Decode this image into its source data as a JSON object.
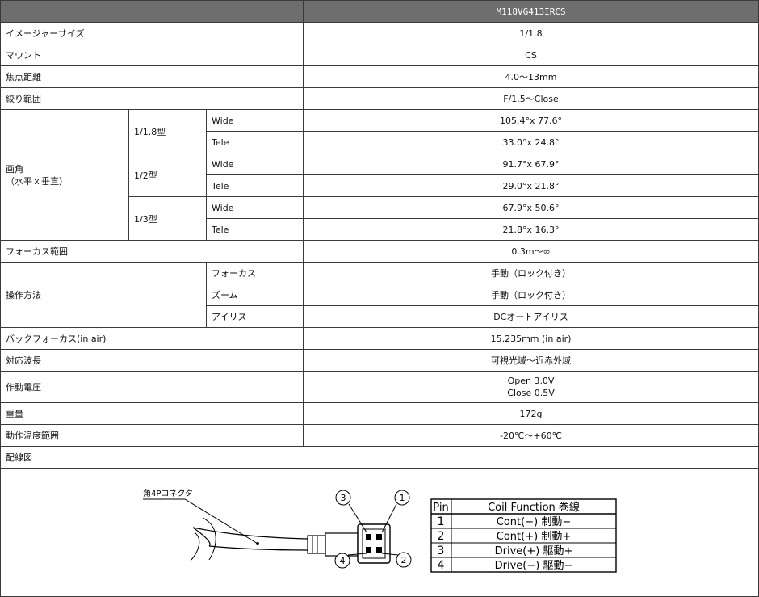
{
  "header": {
    "model": "M118VG413IRCS"
  },
  "rows": {
    "image_size": {
      "label": "イメージャーサイズ",
      "value": "1/1.8"
    },
    "mount": {
      "label": "マウント",
      "value": "CS"
    },
    "focal_length": {
      "label": "焦点距離",
      "value": "4.0～13mm"
    },
    "aperture": {
      "label": "絞り範囲",
      "value": "F/1.5～Close"
    },
    "angle": {
      "label_line1": "画角",
      "label_line2": "（水平ｘ垂直）",
      "groups": [
        {
          "size": "1/1.8型",
          "wide_label": "Wide",
          "wide": "105.4°x 77.6°",
          "tele_label": "Tele",
          "tele": "33.0°x 24.8°"
        },
        {
          "size": "1/2型",
          "wide_label": "Wide",
          "wide": "91.7°x 67.9°",
          "tele_label": "Tele",
          "tele": "29.0°x 21.8°"
        },
        {
          "size": "1/3型",
          "wide_label": "Wide",
          "wide": "67.9°x 50.6°",
          "tele_label": "Tele",
          "tele": "21.8°x 16.3°"
        }
      ]
    },
    "focus_range": {
      "label": "フォーカス範囲",
      "value": "0.3m～∞"
    },
    "operation": {
      "label": "操作方法",
      "items": [
        {
          "label": "フォーカス",
          "value": "手動（ロック付き）"
        },
        {
          "label": "ズーム",
          "value": "手動（ロック付き）"
        },
        {
          "label": "アイリス",
          "value": "DCオートアイリス"
        }
      ]
    },
    "back_focus": {
      "label": "バックフォーカス(in air)",
      "value": "15.235mm (in air)"
    },
    "wavelength": {
      "label": "対応波長",
      "value": "可視光域～近赤外域"
    },
    "voltage": {
      "label": "作動電圧",
      "value_line1": "Open 3.0V",
      "value_line2": "Close 0.5V"
    },
    "weight": {
      "label": "重量",
      "value": "172g"
    },
    "temperature": {
      "label": "動作温度範囲",
      "value": "-20℃～+60℃"
    },
    "wiring": {
      "label": "配線図"
    }
  },
  "diagram": {
    "connector_label": "角4Pコネクタ",
    "pins": [
      "1",
      "2",
      "3",
      "4"
    ],
    "pin_table": {
      "headers": {
        "pin": "Pin",
        "function": "Coil Function 巻線"
      },
      "rows": [
        {
          "pin": "1",
          "function": "Cont(−) 制動−"
        },
        {
          "pin": "2",
          "function": "Cont(+) 制動+"
        },
        {
          "pin": "3",
          "function": "Drive(+) 駆動+"
        },
        {
          "pin": "4",
          "function": "Drive(−) 駆動−"
        }
      ]
    }
  }
}
